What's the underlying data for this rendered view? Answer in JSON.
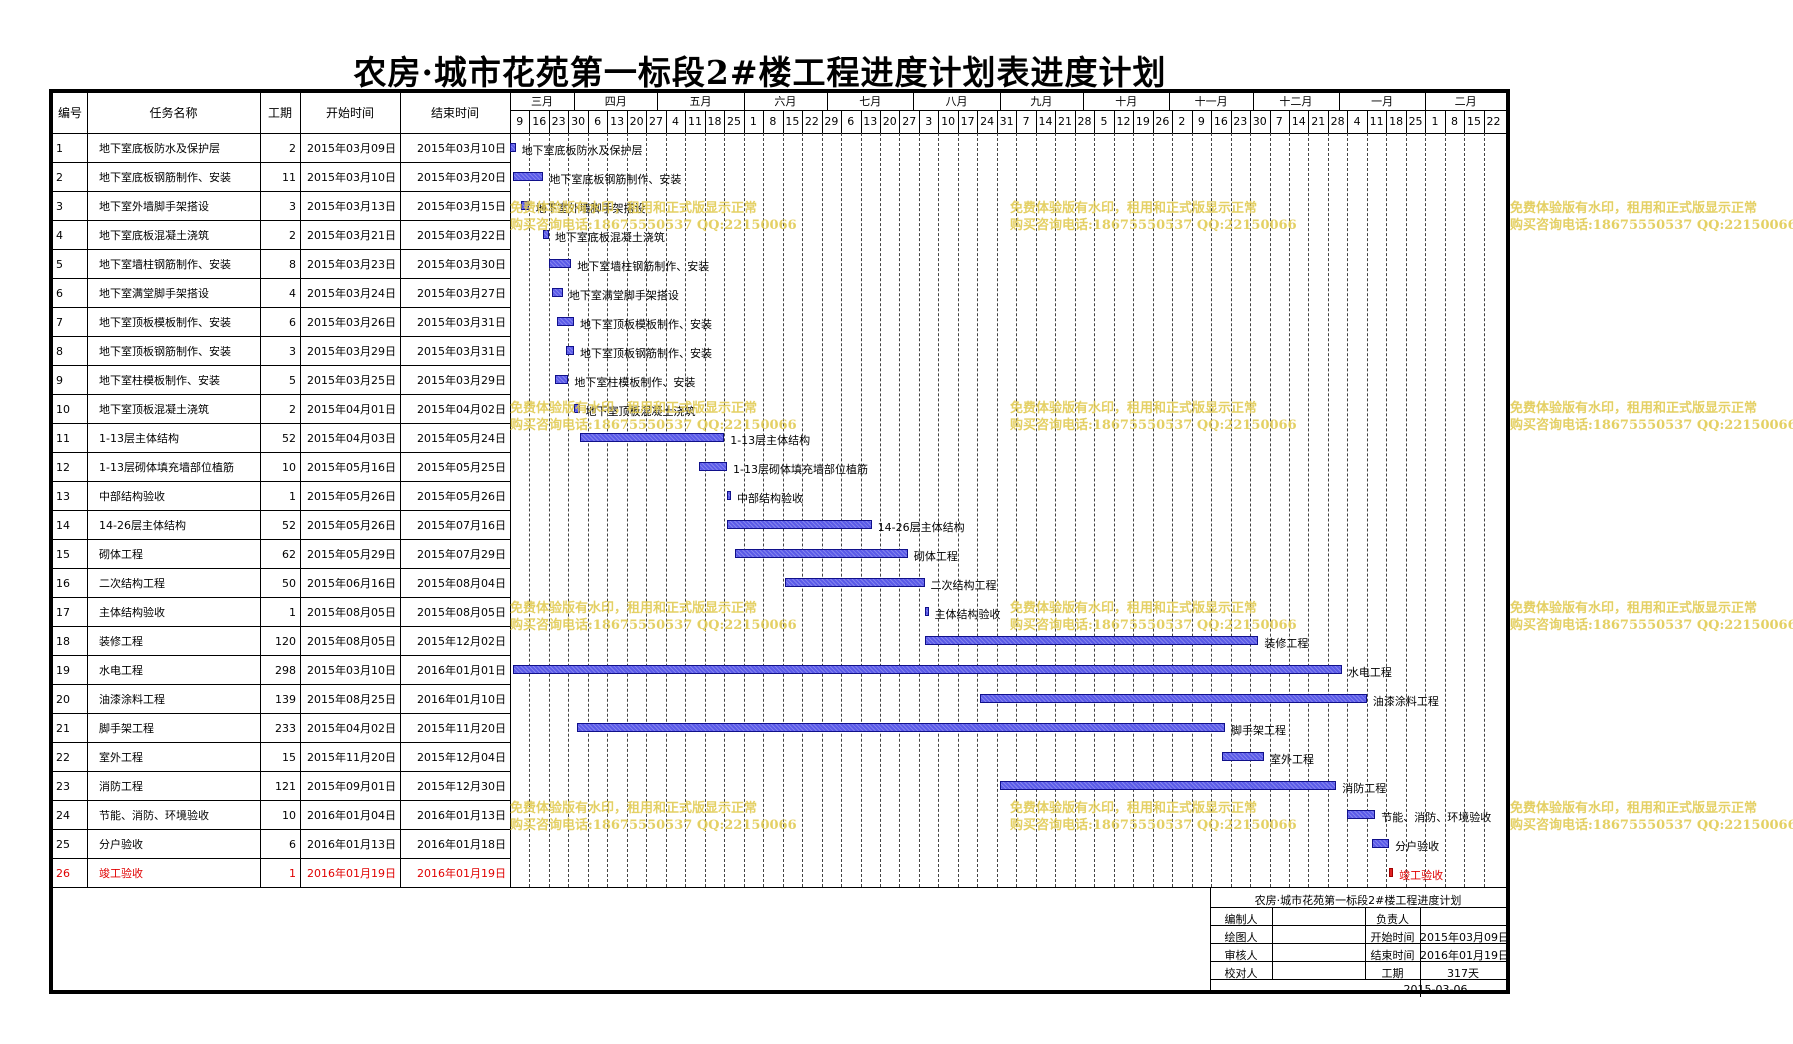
{
  "title": "农房·城市花苑第一标段2#楼工程进度计划表进度计划",
  "headers": {
    "id": "编号",
    "name": "任务名称",
    "duration": "工期",
    "start": "开始时间",
    "end": "结束时间"
  },
  "months": [
    "三月",
    "四月",
    "五月",
    "六月",
    "七月",
    "八月",
    "九月",
    "十月",
    "十一月",
    "十二月",
    "一月",
    "二月"
  ],
  "days": [
    "9",
    "16",
    "23",
    "30",
    "6",
    "13",
    "20",
    "27",
    "4",
    "11",
    "18",
    "25",
    "1",
    "8",
    "15",
    "22",
    "29",
    "6",
    "13",
    "20",
    "27",
    "3",
    "10",
    "17",
    "24",
    "31",
    "7",
    "14",
    "21",
    "28",
    "5",
    "12",
    "19",
    "26",
    "2",
    "9",
    "16",
    "23",
    "30",
    "7",
    "14",
    "21",
    "28",
    "4",
    "11",
    "18",
    "25",
    "1",
    "8",
    "15",
    "22"
  ],
  "tasks": [
    {
      "id": "1",
      "name": "地下室底板防水及保护层",
      "duration": "2",
      "start": "2015年03月09日",
      "end": "2015年03月10日"
    },
    {
      "id": "2",
      "name": "地下室底板钢筋制作、安装",
      "duration": "11",
      "start": "2015年03月10日",
      "end": "2015年03月20日"
    },
    {
      "id": "3",
      "name": "地下室外墙脚手架搭设",
      "duration": "3",
      "start": "2015年03月13日",
      "end": "2015年03月15日"
    },
    {
      "id": "4",
      "name": "地下室底板混凝土浇筑",
      "duration": "2",
      "start": "2015年03月21日",
      "end": "2015年03月22日"
    },
    {
      "id": "5",
      "name": "地下室墙柱钢筋制作、安装",
      "duration": "8",
      "start": "2015年03月23日",
      "end": "2015年03月30日"
    },
    {
      "id": "6",
      "name": "地下室满堂脚手架搭设",
      "duration": "4",
      "start": "2015年03月24日",
      "end": "2015年03月27日"
    },
    {
      "id": "7",
      "name": "地下室顶板模板制作、安装",
      "duration": "6",
      "start": "2015年03月26日",
      "end": "2015年03月31日"
    },
    {
      "id": "8",
      "name": "地下室顶板钢筋制作、安装",
      "duration": "3",
      "start": "2015年03月29日",
      "end": "2015年03月31日"
    },
    {
      "id": "9",
      "name": "地下室柱模板制作、安装",
      "duration": "5",
      "start": "2015年03月25日",
      "end": "2015年03月29日"
    },
    {
      "id": "10",
      "name": "地下室顶板混凝土浇筑",
      "duration": "2",
      "start": "2015年04月01日",
      "end": "2015年04月02日"
    },
    {
      "id": "11",
      "name": "1-13层主体结构",
      "duration": "52",
      "start": "2015年04月03日",
      "end": "2015年05月24日"
    },
    {
      "id": "12",
      "name": "1-13层砌体填充墙部位植筋",
      "duration": "10",
      "start": "2015年05月16日",
      "end": "2015年05月25日"
    },
    {
      "id": "13",
      "name": "中部结构验收",
      "duration": "1",
      "start": "2015年05月26日",
      "end": "2015年05月26日"
    },
    {
      "id": "14",
      "name": "14-26层主体结构",
      "duration": "52",
      "start": "2015年05月26日",
      "end": "2015年07月16日"
    },
    {
      "id": "15",
      "name": "砌体工程",
      "duration": "62",
      "start": "2015年05月29日",
      "end": "2015年07月29日"
    },
    {
      "id": "16",
      "name": "二次结构工程",
      "duration": "50",
      "start": "2015年06月16日",
      "end": "2015年08月04日"
    },
    {
      "id": "17",
      "name": "主体结构验收",
      "duration": "1",
      "start": "2015年08月05日",
      "end": "2015年08月05日"
    },
    {
      "id": "18",
      "name": "装修工程",
      "duration": "120",
      "start": "2015年08月05日",
      "end": "2015年12月02日"
    },
    {
      "id": "19",
      "name": "水电工程",
      "duration": "298",
      "start": "2015年03月10日",
      "end": "2016年01月01日"
    },
    {
      "id": "20",
      "name": "油漆涂料工程",
      "duration": "139",
      "start": "2015年08月25日",
      "end": "2016年01月10日"
    },
    {
      "id": "21",
      "name": "脚手架工程",
      "duration": "233",
      "start": "2015年04月02日",
      "end": "2015年11月20日"
    },
    {
      "id": "22",
      "name": "室外工程",
      "duration": "15",
      "start": "2015年11月20日",
      "end": "2015年12月04日"
    },
    {
      "id": "23",
      "name": "消防工程",
      "duration": "121",
      "start": "2015年09月01日",
      "end": "2015年12月30日"
    },
    {
      "id": "24",
      "name": "节能、消防、环境验收",
      "duration": "10",
      "start": "2016年01月04日",
      "end": "2016年01月13日"
    },
    {
      "id": "25",
      "name": "分户验收",
      "duration": "6",
      "start": "2016年01月13日",
      "end": "2016年01月18日"
    },
    {
      "id": "26",
      "name": "竣工验收",
      "duration": "1",
      "start": "2016年01月19日",
      "end": "2016年01月19日"
    }
  ],
  "chart_data": {
    "type": "bar",
    "subtype": "gantt",
    "x_axis_start": "2015-03-09",
    "x_axis_end": "2016-02-28",
    "highlight_task": "26",
    "bar_color": "#5a5ae8",
    "highlight_color": "#e02020"
  },
  "watermark": {
    "line1": "免费体验版有水印，租用和正式版显示正常",
    "line2": "购买咨询电话:18675550537 QQ:22150066"
  },
  "info_box": {
    "title": "农房·城市花苑第一标段2#楼工程进度计划",
    "compiler_label": "编制人",
    "drawer_label": "绘图人",
    "reviewer_label": "审核人",
    "checker_label": "校对人",
    "owner_label": "负责人",
    "start_label": "开始时间",
    "start_value": "2015年03月09日",
    "end_label": "结束时间",
    "end_value": "2016年01月19日",
    "duration_label": "工期",
    "duration_value": "317天",
    "date": "2015-03-06"
  }
}
